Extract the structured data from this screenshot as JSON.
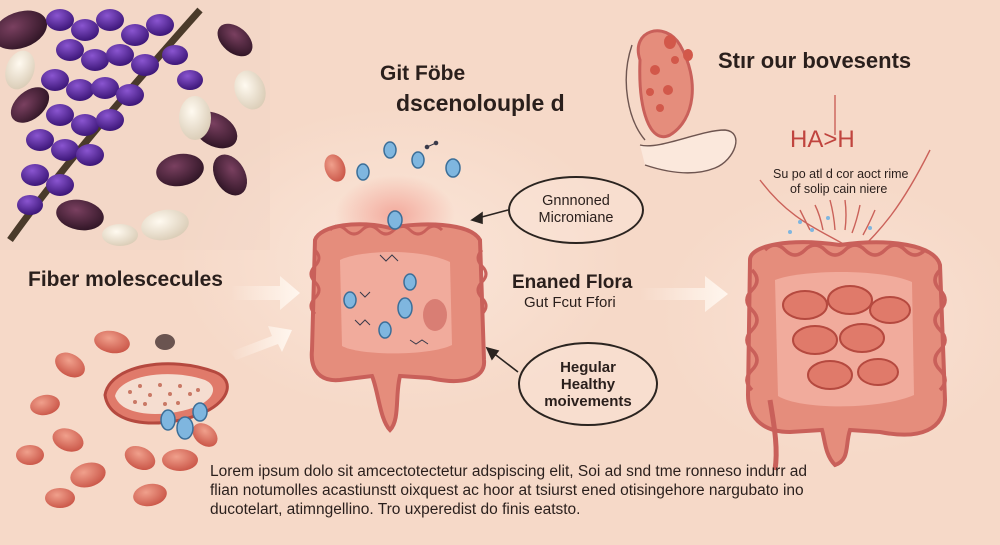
{
  "title": {
    "line1": "Git Föbe",
    "line2": "dscenolouple d"
  },
  "left_label": "Fiber molescecules",
  "right_title": "Stır our bovesents",
  "chemical_label": "HA>H",
  "right_subtext": {
    "line1": "Su po atl d cor aoct rime",
    "line2": "of solip cain niere"
  },
  "bubble_top": {
    "line1": "Gnnnoned",
    "line2": "Micromiane"
  },
  "bubble_bottom": {
    "line1": "Hegular",
    "line2": "Healthy",
    "line3": "moivements"
  },
  "flora_label": {
    "line1": "Enaned Flora",
    "line2": "Gut Fcut Ffori"
  },
  "paragraph": "Lorem ipsum dolo sit amcectotectetur adspiscing elit, Soi ad snd tme ronneso indurr ad flian notumolles acastiunstt oixquest ac hoor at tsiurst ened otisingehore nargubato ino ducotelart, atimngellino. Tro uxperedist do finis eatsto.",
  "colors": {
    "background": "#f6d9c8",
    "intestine": "#e58d7c",
    "intestine_dark": "#c9605a",
    "bean_red": "#d8695a",
    "bean_purple": "#4a2338",
    "lupine": "#5b2aa0",
    "microbe_blue": "#7fb6df",
    "arrow": "#fff6ee",
    "accent_red": "#c0443e"
  },
  "icons": {
    "flower": "lupine-flower-icon",
    "beans": "kidney-bean-icon",
    "intestine": "intestine-icon",
    "hand": "hand-holding-icon",
    "microbe": "microbe-icon",
    "arrow": "arrow-right-icon"
  }
}
